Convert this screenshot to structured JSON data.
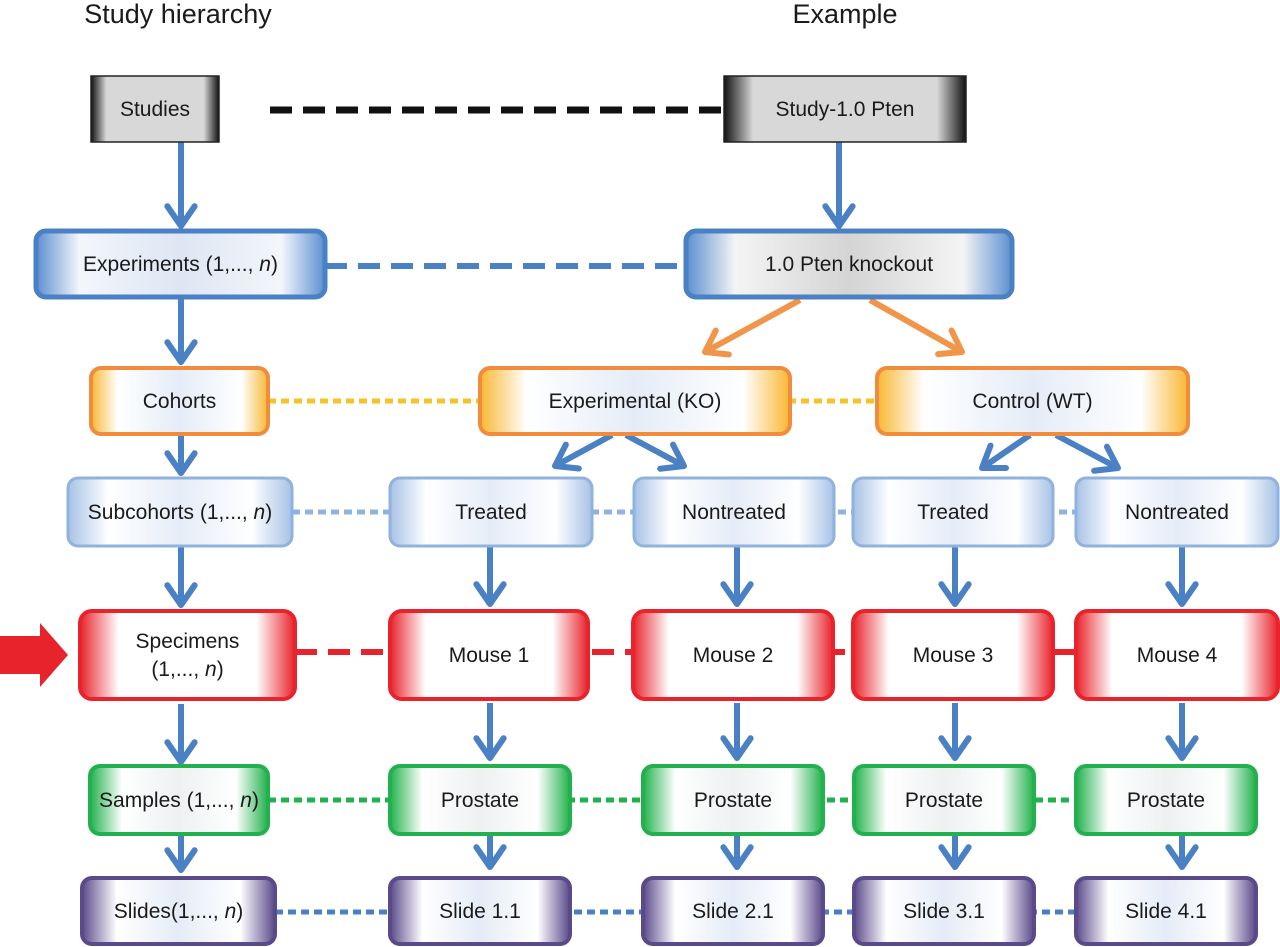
{
  "headers": {
    "left": "Study hierarchy",
    "right": "Example"
  },
  "colors": {
    "gray": "#1a1a1a",
    "blue_dark": "#4a80c4",
    "blue_light": "#8fb3de",
    "orange": "#f08c3c",
    "yellow": "#f5c22a",
    "red": "#e8232b",
    "green": "#22b14c",
    "purple": "#5a4a8a",
    "arrow": "#4a80c4",
    "orange_arrow": "#f0954a"
  },
  "hierarchy": [
    {
      "label": "Studies",
      "suffix": ""
    },
    {
      "label": "Experiments (1,..., ",
      "suffix": "n",
      "close": ")"
    },
    {
      "label": "Cohorts",
      "suffix": ""
    },
    {
      "label": "Subcohorts (1,..., ",
      "suffix": "n",
      "close": ")"
    },
    {
      "label": "Specimens",
      "line2": "(1,..., ",
      "suffix": "n",
      "close": ")"
    },
    {
      "label": "Samples (1,..., ",
      "suffix": "n",
      "close": ")"
    },
    {
      "label": "Slides(1,..., ",
      "suffix": "n",
      "close": ")"
    }
  ],
  "example": {
    "study": "Study-1.0 Pten",
    "experiment": "1.0 Pten knockout",
    "cohorts": [
      "Experimental (KO)",
      "Control (WT)"
    ],
    "subcohorts": [
      "Treated",
      "Nontreated",
      "Treated",
      "Nontreated"
    ],
    "specimens": [
      "Mouse 1",
      "Mouse 2",
      "Mouse 3",
      "Mouse 4"
    ],
    "samples": [
      "Prostate",
      "Prostate",
      "Prostate",
      "Prostate"
    ],
    "slides": [
      "Slide 1.1",
      "Slide 2.1",
      "Slide 3.1",
      "Slide 4.1"
    ]
  }
}
